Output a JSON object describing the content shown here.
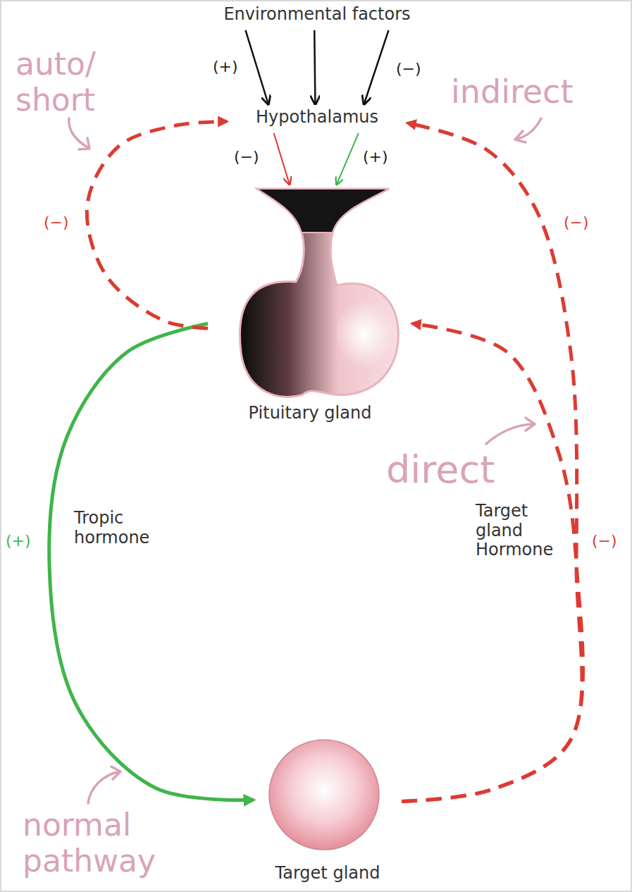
{
  "diagram": {
    "nodes": [
      {
        "text": [
          "Environmental factors"
        ]
      },
      {
        "text": [
          "Hypothalamus"
        ]
      },
      {
        "text": [
          "Pituitary gland"
        ]
      },
      {
        "text": [
          "Target gland"
        ]
      }
    ],
    "edges": [
      {
        "from": 0,
        "to": 1,
        "arrow": "to",
        "label": "(+)"
      },
      {
        "from": 0,
        "to": 1,
        "arrow": "to"
      },
      {
        "from": 0,
        "to": 1,
        "arrow": "to",
        "label": "(−)"
      },
      {
        "from": 1,
        "to": 2,
        "arrow": "to",
        "label": "(−)"
      },
      {
        "from": 1,
        "to": 2,
        "arrow": "to",
        "label": "(+)"
      },
      {
        "from": 2,
        "to": 3,
        "arrow": "to",
        "label": "(+)"
      },
      {
        "from": 2,
        "to": 1,
        "arrow": "to",
        "label": "(−)"
      },
      {
        "from": 3,
        "to": 1,
        "arrow": "to",
        "label": "(−)"
      },
      {
        "from": 3,
        "to": 2,
        "arrow": "to",
        "label": "(−)"
      }
    ],
    "labels": [
      "Tropic hormone",
      "Target gland Hormone",
      "auto/ short",
      "indirect",
      "direct",
      "normal pathway"
    ]
  }
}
